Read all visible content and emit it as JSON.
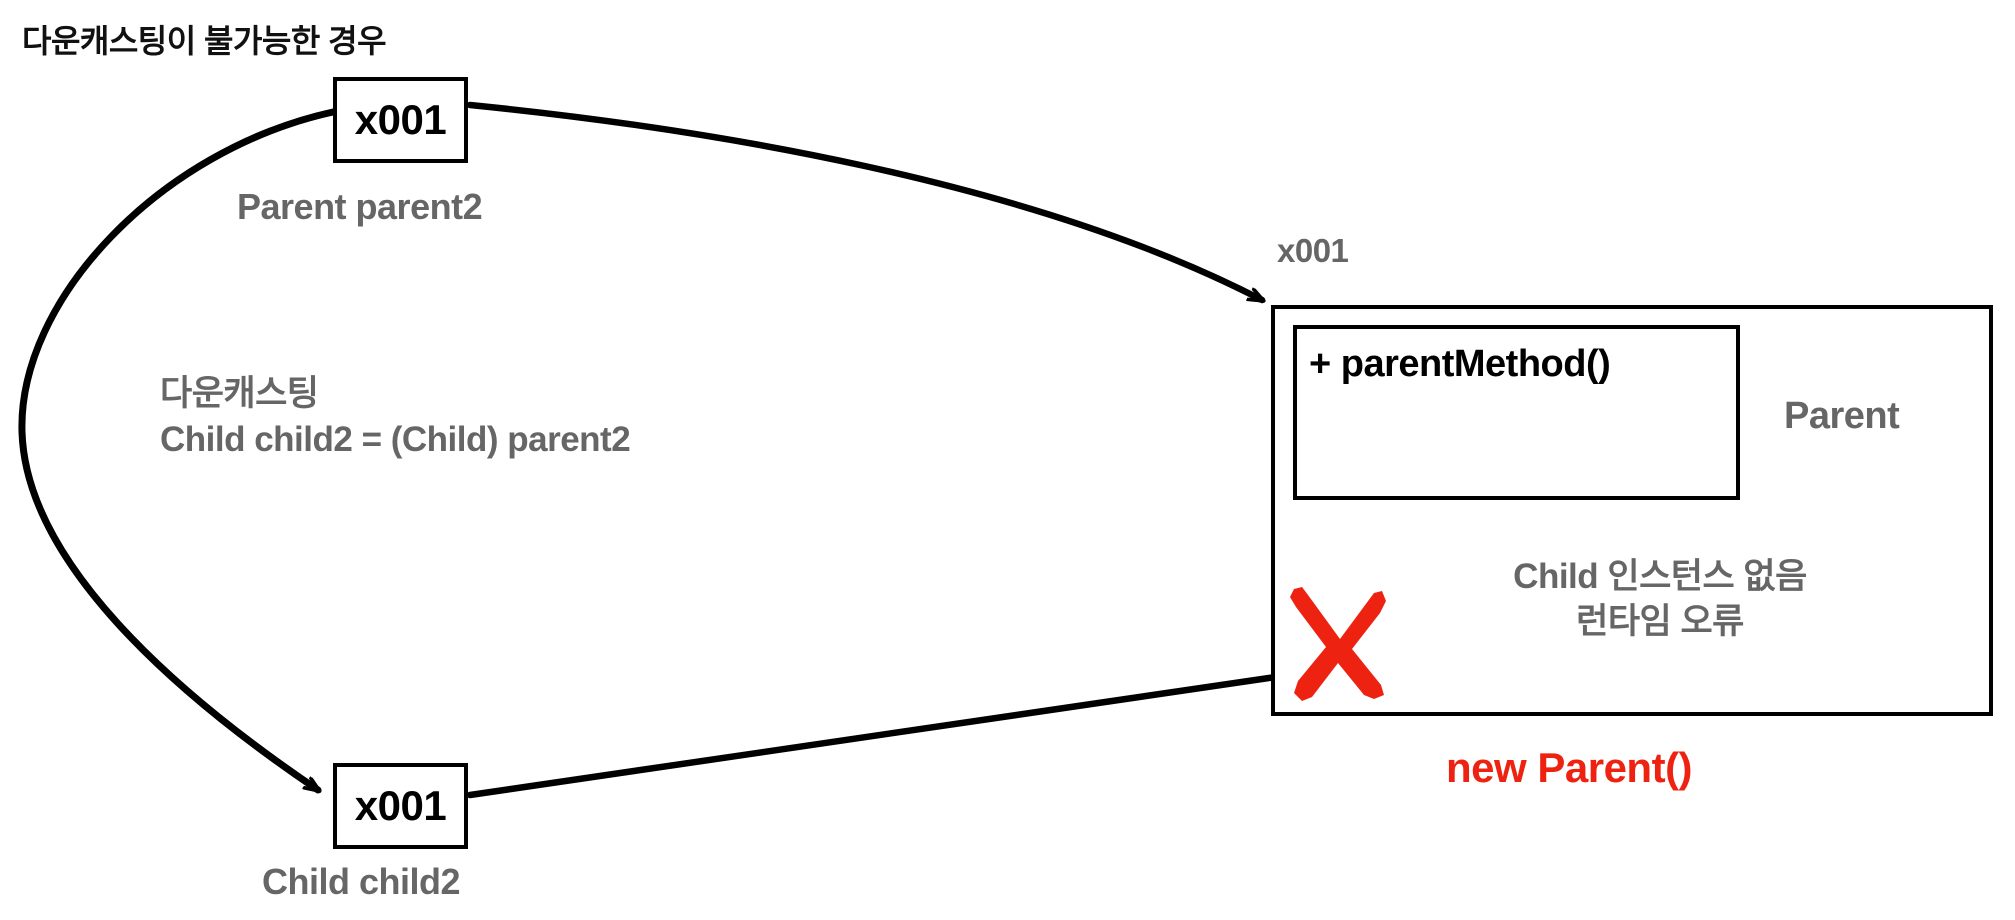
{
  "title": "다운캐스팅이 불가능한 경우",
  "colors": {
    "stroke": "#000000",
    "gray_text": "#666666",
    "error_red": "#EE2211",
    "background": "#ffffff"
  },
  "stack": {
    "parent_ref": {
      "address": "x001",
      "declaration": "Parent parent2"
    },
    "child_ref": {
      "address": "x001",
      "declaration": "Child child2"
    }
  },
  "cast_note": {
    "line1": "다운캐스팅",
    "line2": "Child child2 = (Child) parent2"
  },
  "heap_object": {
    "address": "x001",
    "class_name": "Parent",
    "method": "+ parentMethod()",
    "error_line1": "Child 인스턴스 없음",
    "error_line2": "런타임 오류",
    "instantiation": "new Parent()"
  },
  "icons": {
    "cross_mark": "red-x-mark-icon",
    "arrow_head": "arrowhead-icon"
  }
}
